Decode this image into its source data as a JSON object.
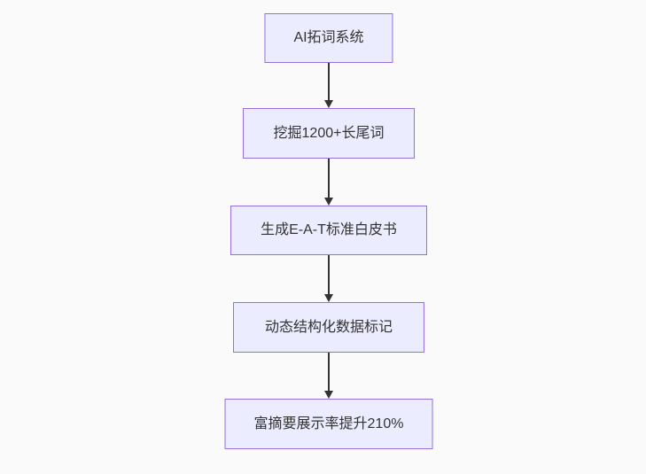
{
  "diagram": {
    "type": "flowchart",
    "direction": "top-down",
    "nodes": [
      {
        "id": "n1",
        "label": "AI拓词系统"
      },
      {
        "id": "n2",
        "label": "挖掘1200+长尾词"
      },
      {
        "id": "n3",
        "label": "生成E-A-T标准白皮书"
      },
      {
        "id": "n4",
        "label": "动态结构化数据标记"
      },
      {
        "id": "n5",
        "label": "富摘要展示率提升210%"
      }
    ],
    "edges": [
      {
        "from": "n1",
        "to": "n2",
        "style": "arrow-down"
      },
      {
        "from": "n2",
        "to": "n3",
        "style": "arrow-down"
      },
      {
        "from": "n3",
        "to": "n4",
        "style": "arrow-down"
      },
      {
        "from": "n4",
        "to": "n5",
        "style": "arrow-down"
      }
    ],
    "colors": {
      "node_fill": "#ECECFF",
      "node_border": "#9370DB",
      "arrow": "#333333",
      "text": "#333333",
      "background": "#FAFAFA"
    }
  }
}
